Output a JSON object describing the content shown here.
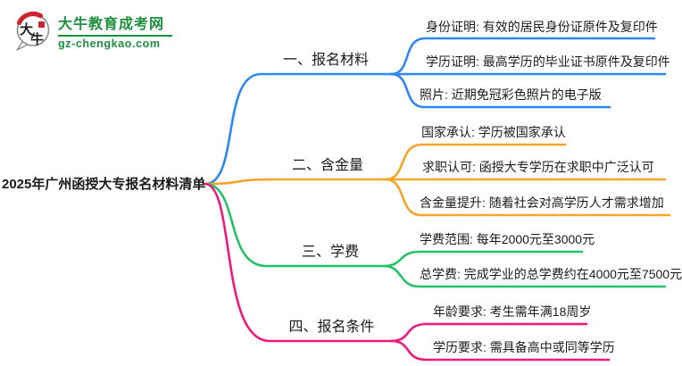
{
  "logo": {
    "site_name": "大牛教育成考网",
    "site_domain": "gz-chengkao.com",
    "icon_char_top": "大",
    "icon_char_bottom": "牛",
    "brand_green": "#1d8f3f",
    "brand_red": "#cf2330"
  },
  "mindmap": {
    "root": "2025年广州函授大专报名材料清单",
    "branches": [
      {
        "label": "一、报名材料",
        "color": "#2e87f0",
        "children": [
          "身份证明: 有效的居民身份证原件及复印件",
          "学历证明: 最高学历的毕业证书原件及复印件",
          "照片: 近期免冠彩色照片的电子版"
        ]
      },
      {
        "label": "二、含金量",
        "color": "#f7a42b",
        "children": [
          "国家承认: 学历被国家承认",
          "求职认可: 函授大专学历在求职中广泛认可",
          "含金量提升: 随着社会对高学历人才需求增加"
        ]
      },
      {
        "label": "三、学费",
        "color": "#25c26a",
        "children": [
          "学费范围: 每年2000元至3000元",
          "总学费: 完成学业的总学费约在4000元至7500元"
        ]
      },
      {
        "label": "四、报名条件",
        "color": "#f0197c",
        "children": [
          "年龄要求: 考生需年满18周岁",
          "学历要求: 需具备高中或同等学历"
        ]
      }
    ]
  }
}
